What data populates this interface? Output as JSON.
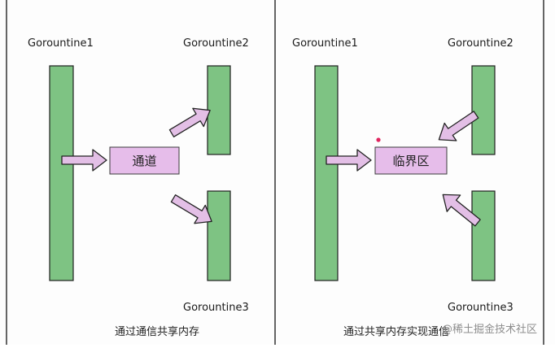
{
  "left_panel": {
    "g1_label": "Gorountine1",
    "g2_label": "Gorountine2",
    "g3_label": "Gorountine3",
    "box_label": "通道",
    "caption": "通过通信共享内存"
  },
  "right_panel": {
    "g1_label": "Gorountine1",
    "g2_label": "Gorountine2",
    "g3_label": "Gorountine3",
    "box_label": "临界区",
    "caption": "通过共享内存实现通信"
  },
  "watermark": "@稀土掘金技术社区",
  "colors": {
    "goroutine_bar": "#7ec383",
    "box": "#e6bdea",
    "arrow": "#e3bfe6",
    "marker_dot": "#e0245e"
  }
}
